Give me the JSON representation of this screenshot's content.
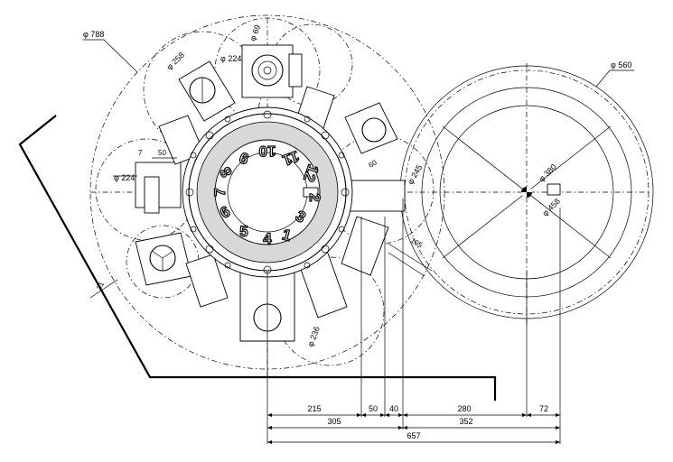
{
  "drawing": {
    "diameters": {
      "d788": "φ 788",
      "d560": "φ 560",
      "d258": "φ 258",
      "d224_top": "φ 224",
      "d69": "φ 69",
      "d224_left": "φ 224",
      "d245": "φ 245",
      "d380": "φ 380",
      "d458": "φ 458",
      "d236": "φ 236"
    },
    "small_dims": {
      "d50_tool": "50",
      "d7": "7",
      "d31": "31",
      "d105": "105",
      "d60": "60"
    },
    "turret_numbers": [
      "1",
      "2",
      "3",
      "4",
      "5",
      "6",
      "7",
      "8",
      "9",
      "10",
      "11",
      "12"
    ],
    "bottom_dims": {
      "d215": "215",
      "d50": "50",
      "d40": "40",
      "d280": "280",
      "d72": "72",
      "d305": "305",
      "d352": "352",
      "d657": "657"
    }
  }
}
